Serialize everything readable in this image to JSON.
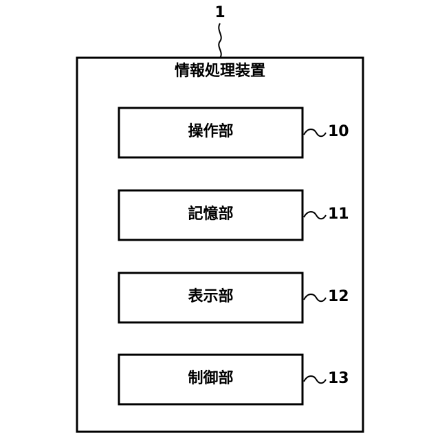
{
  "device": {
    "ref": "1",
    "title": "情報処理装置"
  },
  "units": [
    {
      "label": "操作部",
      "ref": "10"
    },
    {
      "label": "記憶部",
      "ref": "11"
    },
    {
      "label": "表示部",
      "ref": "12"
    },
    {
      "label": "制御部",
      "ref": "13"
    }
  ]
}
